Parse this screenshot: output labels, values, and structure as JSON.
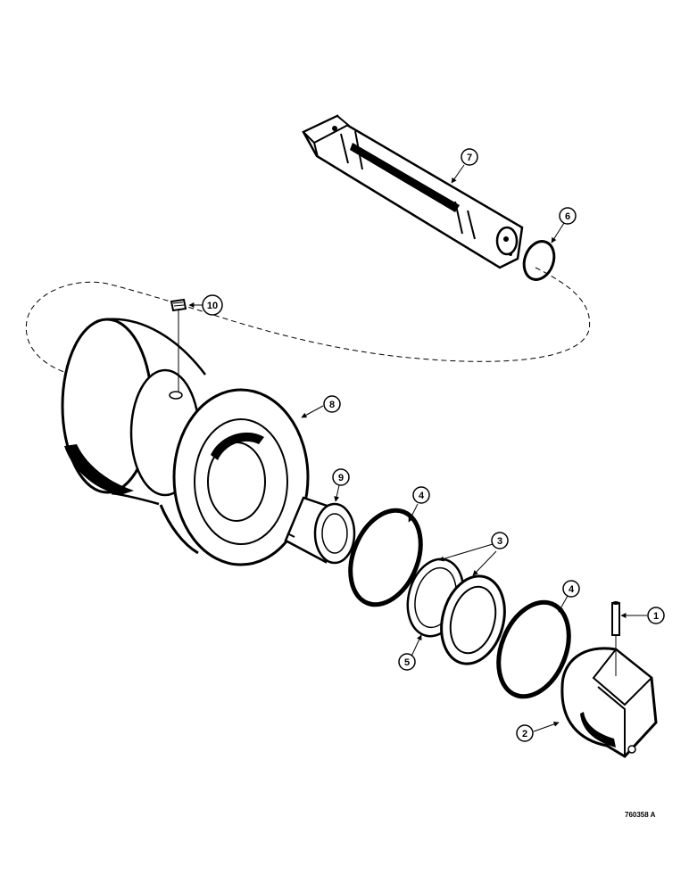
{
  "figure_id": "760358 A",
  "callouts": {
    "c1": "1",
    "c2": "2",
    "c3": "3",
    "c4a": "4",
    "c4b": "4",
    "c5": "5",
    "c6": "6",
    "c7": "7",
    "c8": "8",
    "c9": "9",
    "c10": "10"
  }
}
